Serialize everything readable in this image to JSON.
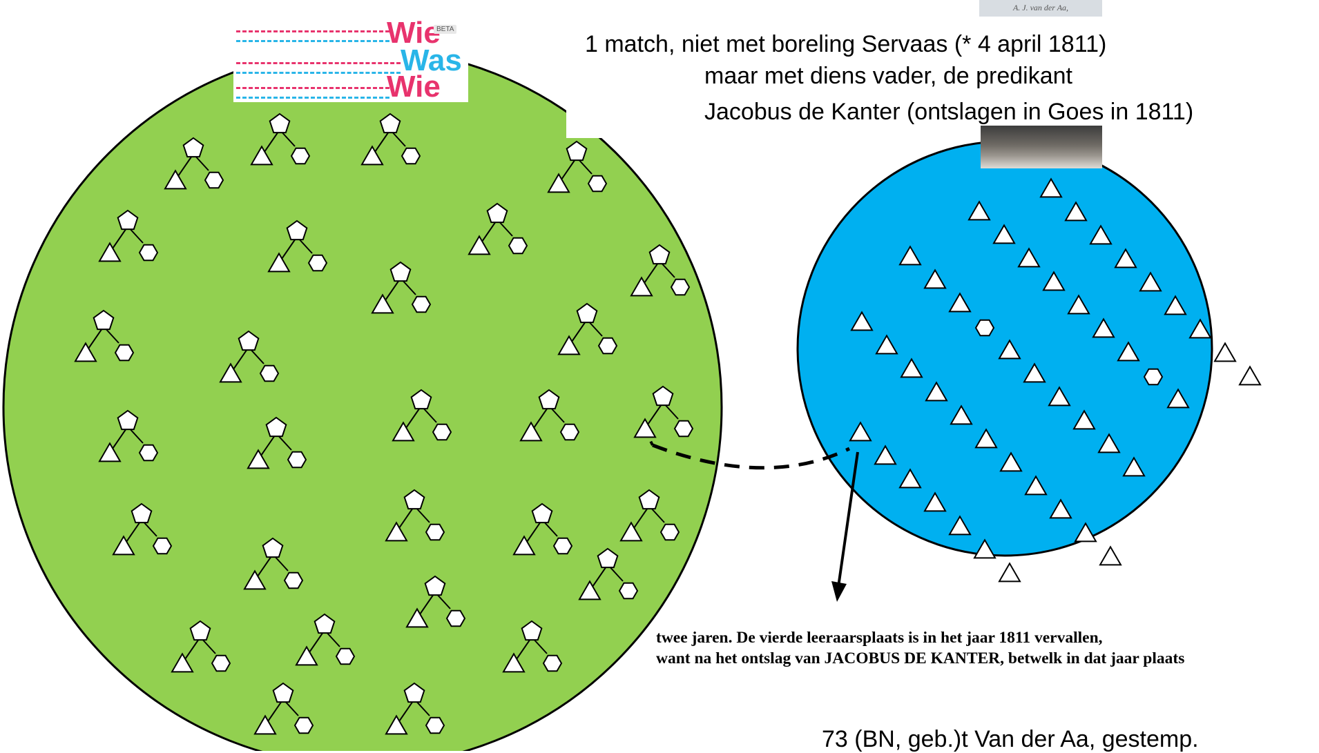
{
  "logo": {
    "word_wie": "Wie",
    "word_was": "Was",
    "word_wie2": "Wie",
    "badge": "BETA",
    "colors": {
      "pink": "#e8336d",
      "blue": "#29b5e8"
    }
  },
  "book": {
    "caption": "A. J. van der Aa,"
  },
  "caption": {
    "line1": "1 match, niet met boreling Servaas (* 4 april 1811)",
    "line2": "maar met diens vader, de predikant",
    "line3": "Jacobus de Kanter (ontslagen in Goes in 1811)"
  },
  "quote": {
    "line1": "twee jaren.  De vierde leeraarsplaats is in het jaar 1811 vervallen,",
    "line2": "want na het ontslag van JACOBUS DE KANTER, betwelk in dat jaar plaats"
  },
  "footer": "73 (BN, geb.)t Van der Aa, gestemp.",
  "colors": {
    "left_circle": "#92d050",
    "right_circle": "#00b0f0",
    "outline": "#000000",
    "node_fill": "#ffffff"
  },
  "icons": {
    "family_tree": "family-tree-icon",
    "person": "person-triangle-icon",
    "alt_node": "hexagon-node-icon"
  }
}
